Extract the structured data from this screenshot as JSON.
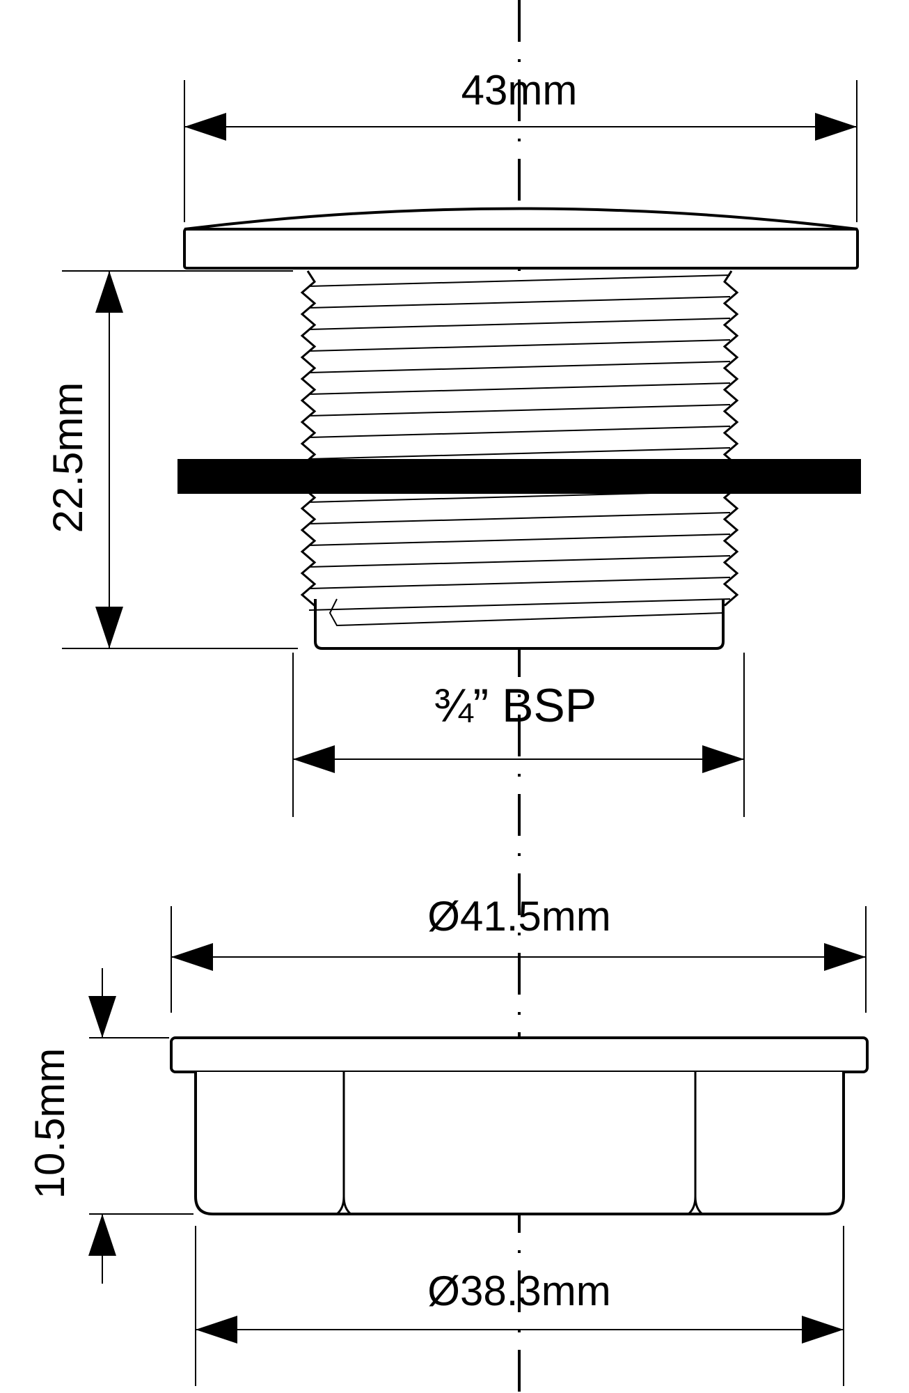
{
  "drawing": {
    "top_part": {
      "width_label": "43mm",
      "height_label": "22.5mm",
      "thread_label": "¾” BSP"
    },
    "bottom_part": {
      "outer_diameter_label": "Ø41.5mm",
      "height_label": "10.5mm",
      "inner_diameter_label": "Ø38.3mm"
    },
    "colors": {
      "line": "#000000",
      "background": "#ffffff"
    }
  }
}
